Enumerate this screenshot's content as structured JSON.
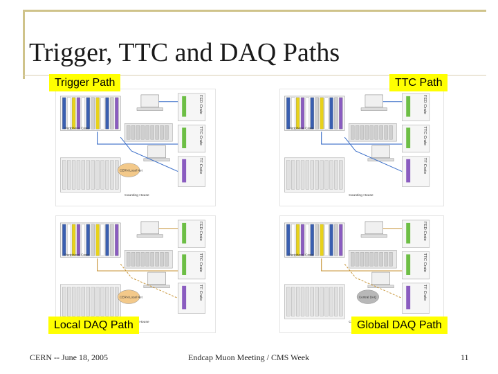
{
  "slide": {
    "title": "Trigger, TTC and DAQ Paths"
  },
  "labels": {
    "trigger_path": "Trigger Path",
    "ttc_path": "TTC Path",
    "local_daq_path": "Local DAQ Path",
    "global_daq_path": "Global DAQ Path"
  },
  "footer": {
    "left": "CERN -- June 18, 2005",
    "center": "Endcap Muon Meeting / CMS Week",
    "page": "11"
  },
  "colors": {
    "label_bg": "#ffff00",
    "accent_line": "#cfc38a",
    "crate_green": "#6dbe45",
    "crate_purple": "#8a5cc0",
    "crate_blue": "#3a5fb0",
    "crate_yellow": "#e8d21a",
    "trigger_path_line": "#3a6ec8",
    "daq_path_line": "#c8963a"
  },
  "diagram": {
    "peripheral_crate": "Peripheral Crate",
    "fed_crate": "FED Crate",
    "ttc_crate": "TTC Crate",
    "tf_crate": "TF Crate",
    "counting_house": "Counting House",
    "cern_local_net": "CERN Local Net",
    "central_daq": "Central DAQ"
  }
}
